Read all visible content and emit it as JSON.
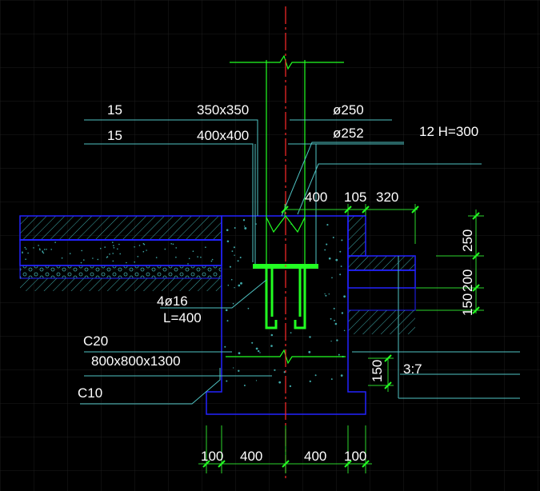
{
  "labels": {
    "wall_thk_1": "15",
    "wall_thk_2": "15",
    "col_size_1": "350x350",
    "col_size_2": "400x400",
    "pipe_1": "ø250",
    "pipe_2": "ø252",
    "plate_note": "12  H=300",
    "rebar": "4ø16",
    "rebar_len": "L=400",
    "concrete_grade": "C20",
    "footing_size": "800x800x1300",
    "base_grade": "C10",
    "soil_mix": "3:7"
  },
  "dimensions": {
    "top_400": "400",
    "top_105": "105",
    "top_320": "320",
    "right_250": "250",
    "right_200": "200",
    "right_150": "150",
    "mid_150": "150",
    "bot_100_left": "100",
    "bot_400_left": "400",
    "bot_400_right": "400",
    "bot_100_right": "100"
  },
  "colors": {
    "background": "#000000",
    "leader": "#4fc3c3",
    "dimension": "#2bd62b",
    "outline": "#2222ff",
    "plate": "#22ff22",
    "hatch": "#3fa8a8",
    "centerline": "#ff2a2a",
    "grid": "#1a1a1a"
  }
}
